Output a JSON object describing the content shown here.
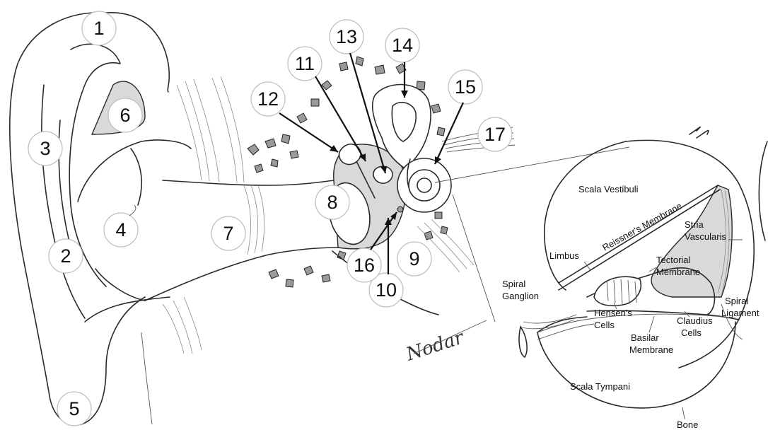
{
  "diagram": {
    "numbers": [
      "1",
      "2",
      "3",
      "4",
      "5",
      "6",
      "7",
      "8",
      "9",
      "10",
      "11",
      "12",
      "13",
      "14",
      "15",
      "16",
      "17"
    ],
    "cochlea_labels": {
      "scala_vestibuli": "Scala Vestibuli",
      "reissners_membrane": "Reissner's Membrane",
      "stria_vascularis_1": "Stria",
      "stria_vascularis_2": "Vascularis",
      "limbus": "Limbus",
      "tectorial_1": "Tectorial",
      "tectorial_2": "Membrane",
      "spiral_ganglion_1": "Spiral",
      "spiral_ganglion_2": "Ganglion",
      "spiral_ligament_1": "Spiral",
      "spiral_ligament_2": "Ligament",
      "hensens_1": "Hensen's",
      "hensens_2": "Cells",
      "claudius_1": "Claudius",
      "claudius_2": "Cells",
      "basilar_1": "Basilar",
      "basilar_2": "Membrane",
      "scala_tympani": "Scala Tympani",
      "bone": "Bone"
    },
    "signature": "Nodar"
  }
}
